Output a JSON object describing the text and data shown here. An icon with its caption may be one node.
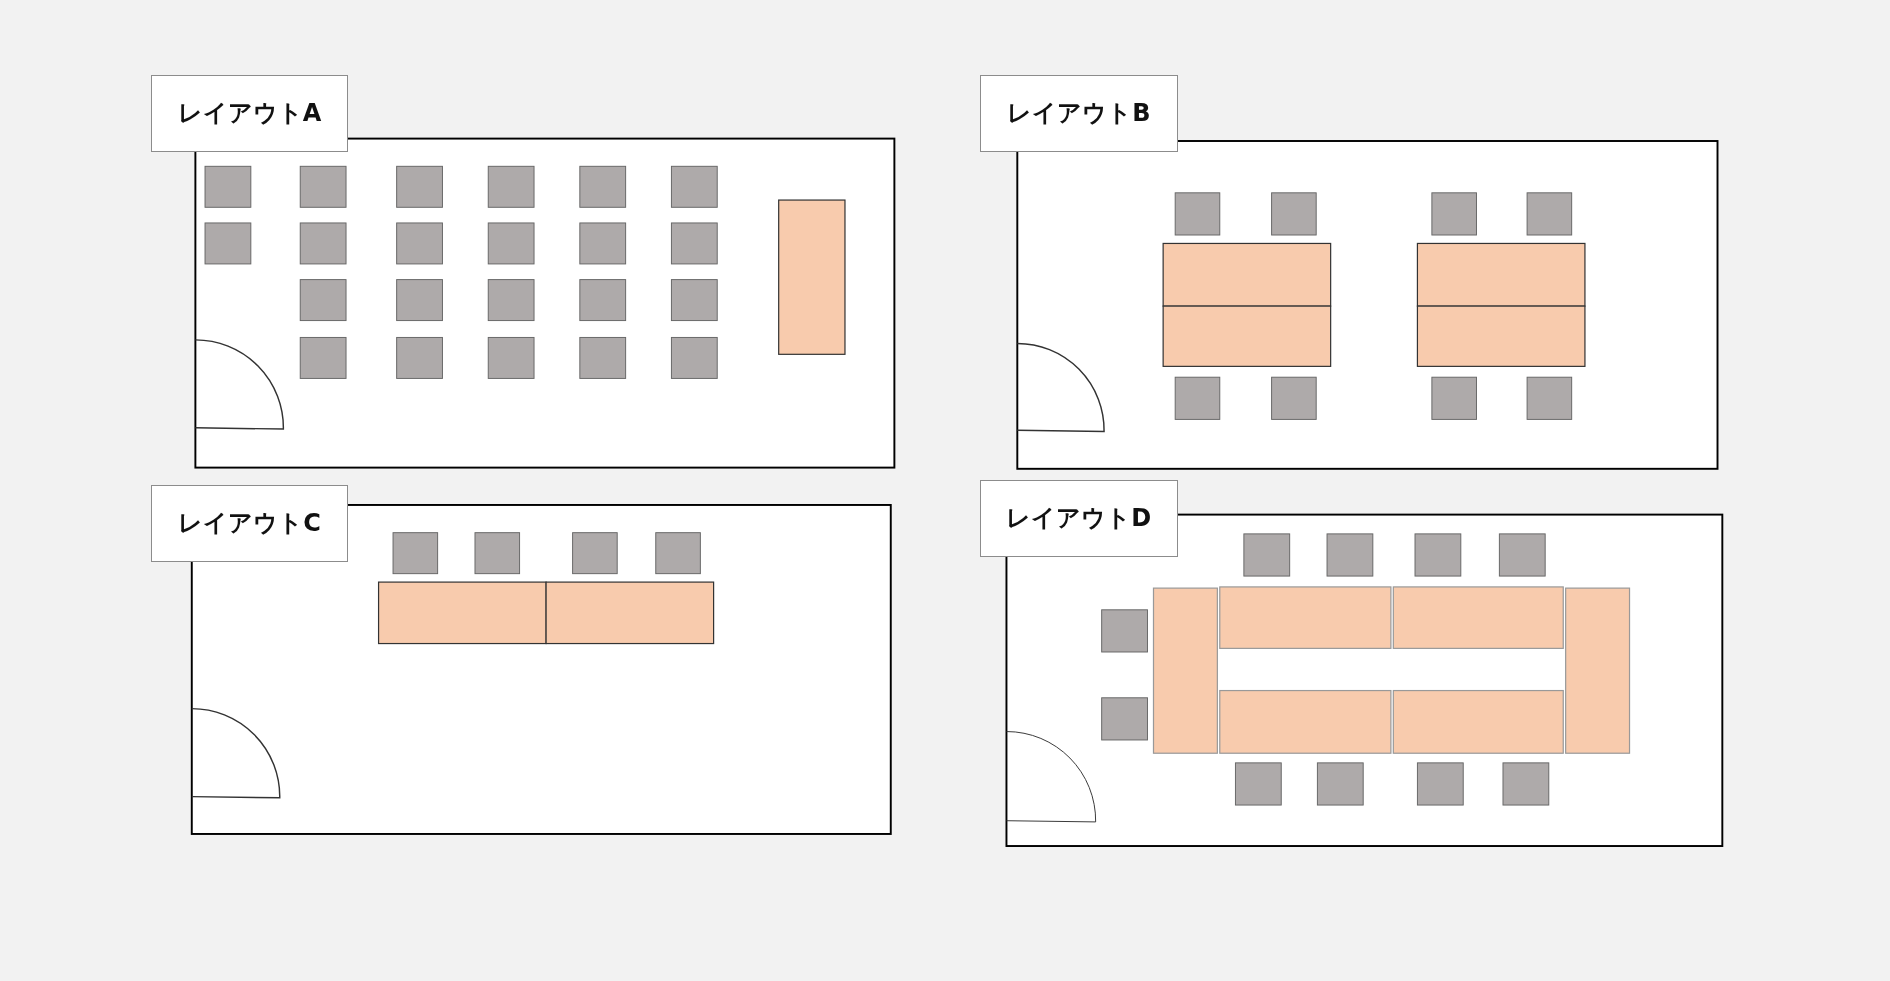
{
  "diagram": {
    "nodes": [
      {
        "text": [
          "レイアウトA"
        ]
      },
      {
        "text": [
          "レイアウトB"
        ]
      },
      {
        "text": [
          "レイアウトC"
        ]
      },
      {
        "text": [
          "レイアウトD"
        ]
      }
    ]
  }
}
